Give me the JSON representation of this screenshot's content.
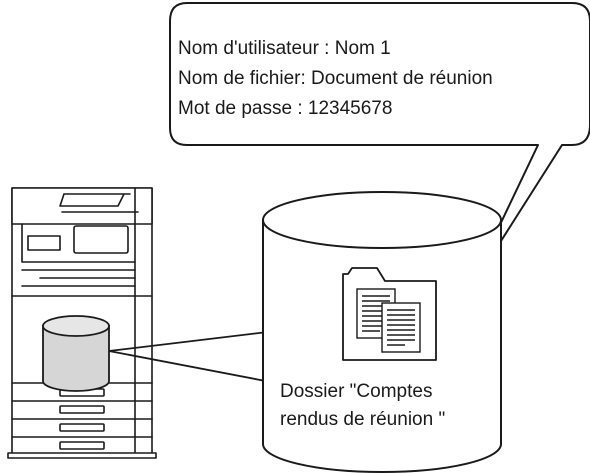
{
  "callout": {
    "lines": [
      "Nom d'utilisateur : Nom 1",
      "Nom de fichier: Document de réunion",
      "Mot de passe : 12345678"
    ]
  },
  "folder": {
    "label_lines": [
      "Dossier \"Comptes",
      "rendus de réunion \""
    ]
  },
  "icons": {
    "printer": "multifunction-printer-icon",
    "hdd": "hard-disk-cylinder-icon",
    "folder": "folder-with-documents-icon"
  },
  "colors": {
    "stroke": "#1a1a1a",
    "cylinder_fill": "#d6d6d6"
  }
}
